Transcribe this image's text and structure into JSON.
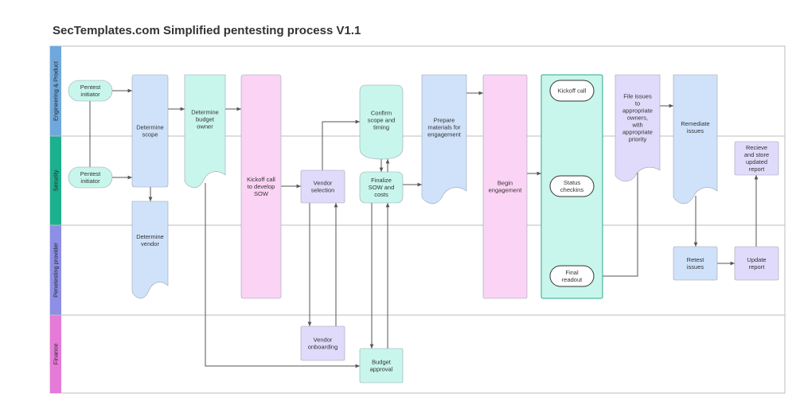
{
  "title": "SecTemplates.com Simplified pentesting process V1.1",
  "colors": {
    "lane_eng": "#6fa8dc",
    "lane_sec": "#1bb08f",
    "lane_pen": "#8d8ee6",
    "lane_fin": "#e57ad8",
    "teal": "#c8f6ec",
    "blue": "#cfe2fa",
    "pink": "#fbd3f4",
    "lavender": "#e0dbfa",
    "white": "#ffffff"
  },
  "lanes": [
    {
      "id": "eng",
      "label": "Engineering & Product"
    },
    {
      "id": "sec",
      "label": "Security"
    },
    {
      "id": "pen",
      "label": "Penetesting provider"
    },
    {
      "id": "fin",
      "label": "Finance"
    }
  ],
  "nodes": {
    "pentest_initiator_eng": {
      "lines": [
        "Pentest",
        "initiator"
      ]
    },
    "pentest_initiator_sec": {
      "lines": [
        "Pentest",
        "initiator"
      ]
    },
    "determine_scope": {
      "lines": [
        "Determine",
        "scope"
      ]
    },
    "determine_vendor": {
      "lines": [
        "Determine",
        "vendor"
      ]
    },
    "determine_budget_owner": {
      "lines": [
        "Determine",
        "budget",
        "owner"
      ]
    },
    "kickoff_sow": {
      "lines": [
        "Kickoff call",
        "to develop",
        "SOW"
      ]
    },
    "vendor_selection": {
      "lines": [
        "Vendor",
        "selection"
      ]
    },
    "vendor_onboarding": {
      "lines": [
        "Vendor",
        "onboarding"
      ]
    },
    "confirm_scope": {
      "lines": [
        "Confirm",
        "scope and",
        "timing"
      ]
    },
    "finalize_sow": {
      "lines": [
        "Finalize",
        "SOW and",
        "costs"
      ]
    },
    "budget_approval": {
      "lines": [
        "Budget",
        "approval"
      ]
    },
    "prepare_materials": {
      "lines": [
        "Prepare",
        "materials for",
        "engagement"
      ]
    },
    "begin_engagement": {
      "lines": [
        "Begin",
        "engagement"
      ]
    },
    "kickoff_call": {
      "lines": [
        "Kickoff call"
      ]
    },
    "status_checkins": {
      "lines": [
        "Status",
        "checkins"
      ]
    },
    "final_readout": {
      "lines": [
        "Final",
        "readout"
      ]
    },
    "file_issues": {
      "lines": [
        "File issues",
        "to",
        "appropriate",
        "owners,",
        "with",
        "appropriate",
        "priority"
      ]
    },
    "remediate_issues": {
      "lines": [
        "Remediate",
        "issues"
      ]
    },
    "retest_issues": {
      "lines": [
        "Retest",
        "issues"
      ]
    },
    "update_report": {
      "lines": [
        "Update",
        "report"
      ]
    },
    "receive_report": {
      "lines": [
        "Recieve",
        "and store",
        "updated",
        "report"
      ]
    }
  }
}
